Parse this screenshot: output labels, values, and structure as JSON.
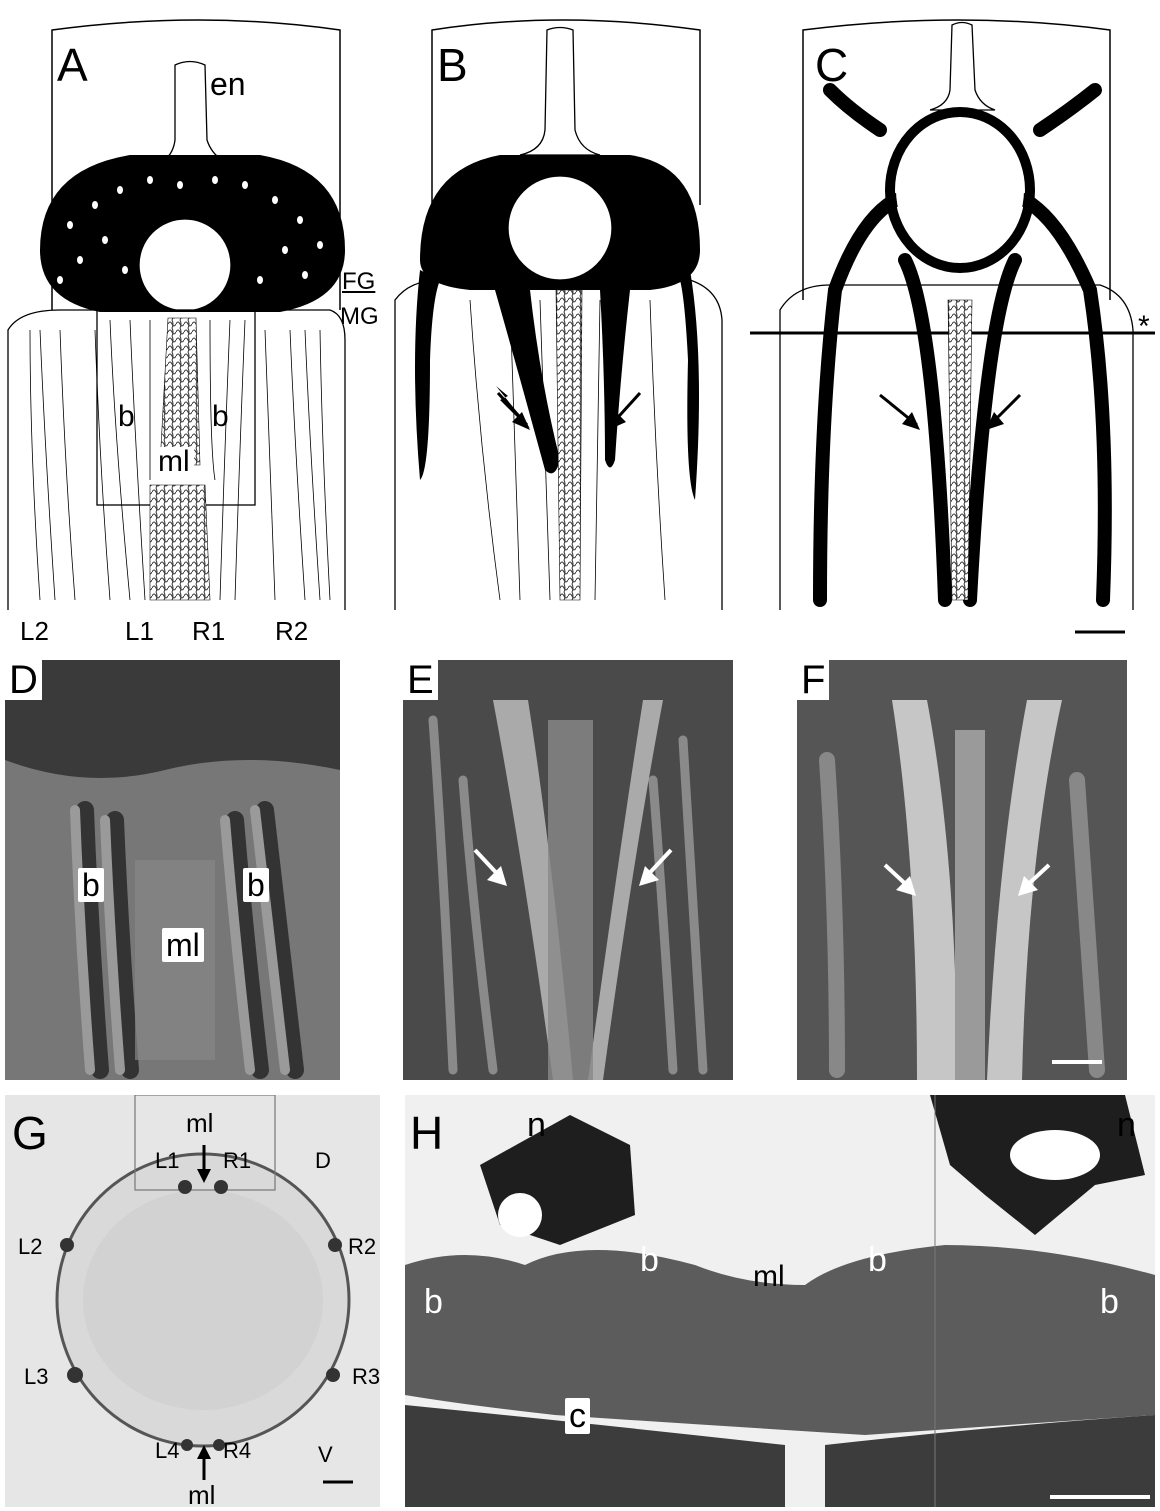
{
  "panels": {
    "A": {
      "letter": "A",
      "en": "en",
      "b_left": "b",
      "b_right": "b",
      "ml": "ml",
      "L2": "L2",
      "L1": "L1",
      "R1": "R1",
      "R2": "R2"
    },
    "B": {
      "letter": "B"
    },
    "C": {
      "letter": "C",
      "asterisk": "*"
    },
    "boundary": {
      "top": "FG",
      "bottom": "MG"
    },
    "D": {
      "letter": "D",
      "b_left": "b",
      "b_right": "b",
      "ml": "ml"
    },
    "E": {
      "letter": "E"
    },
    "F": {
      "letter": "F"
    },
    "G": {
      "letter": "G",
      "ml_top": "ml",
      "ml_bottom": "ml",
      "D": "D",
      "V": "V",
      "L1": "L1",
      "R1": "R1",
      "L2": "L2",
      "R2": "R2",
      "L3": "L3",
      "R3": "R3",
      "L4": "L4",
      "R4": "R4"
    },
    "H": {
      "letter": "H",
      "n_left": "n",
      "n_right": "n",
      "b1": "b",
      "b2": "b",
      "b3": "b",
      "b4": "b",
      "ml": "ml",
      "c": "c"
    }
  }
}
